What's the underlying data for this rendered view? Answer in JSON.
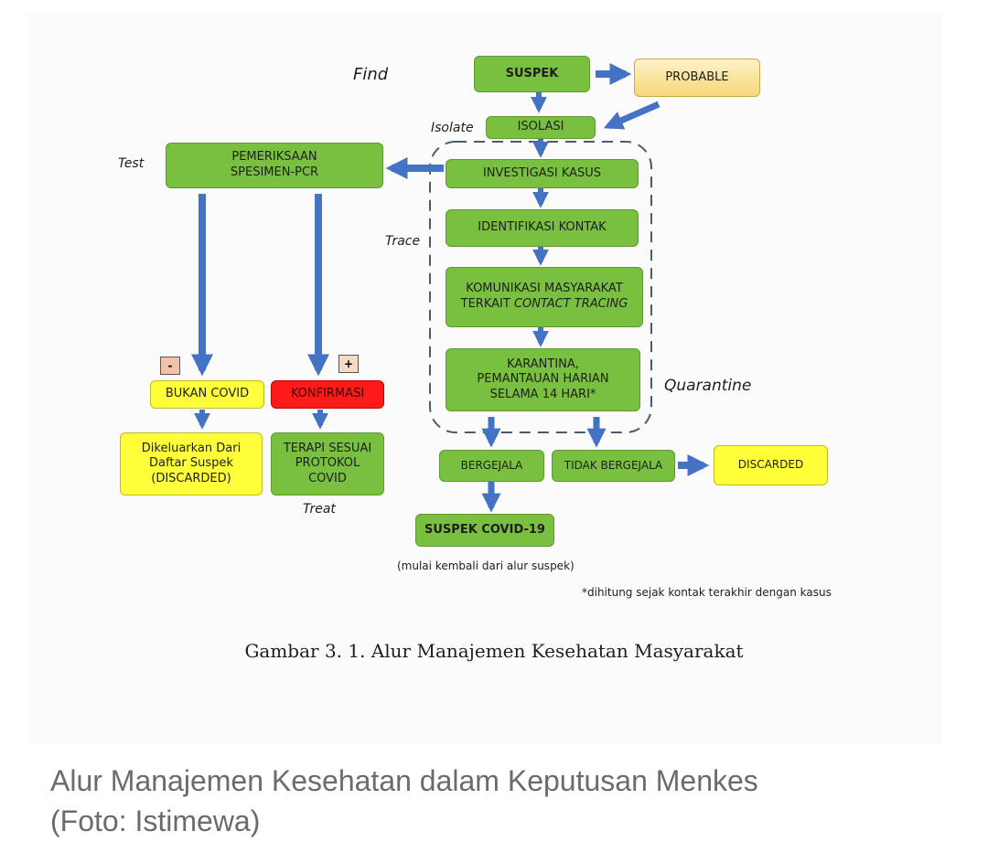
{
  "diagram": {
    "labels": {
      "find": "Find",
      "isolate": "Isolate",
      "test": "Test",
      "trace": "Trace",
      "quarantine": "Quarantine",
      "treat": "Treat"
    },
    "boxes": {
      "suspek": "SUSPEK",
      "probable": "PROBABLE",
      "isolasi": "ISOLASI",
      "pemeriksaan": [
        "PEMERIKSAAN",
        "SPESIMEN-PCR"
      ],
      "investigasi": "INVESTIGASI KASUS",
      "identifikasi": "IDENTIFIKASI KONTAK",
      "komunikasi": [
        "KOMUNIKASI MASYARAKAT",
        "TERKAIT ",
        "CONTACT TRACING"
      ],
      "karantina": [
        "KARANTINA,",
        "PEMANTAUAN HARIAN",
        "SELAMA 14 HARI*"
      ],
      "bukan_covid": "BUKAN COVID",
      "konfirmasi": "KONFIRMASI",
      "dikeluarkan": [
        "Dikeluarkan Dari",
        "Daftar Suspek",
        "(DISCARDED)"
      ],
      "terapi": [
        "TERAPI SESUAI",
        "PROTOKOL",
        "COVID"
      ],
      "bergejala": "BERGEJALA",
      "tidak_bergejala": "TIDAK BERGEJALA",
      "discarded": "DISCARDED",
      "suspek_covid": "SUSPEK COVID-19"
    },
    "signs": {
      "negative": "-",
      "positive": "+"
    },
    "notes": {
      "restart": "(mulai kembali dari alur suspek)",
      "footnote": "*dihitung sejak kontak terakhir dengan kasus"
    },
    "colors": {
      "green": "#79c041",
      "yellow": "#ffff3a",
      "red": "#ff1a1a",
      "orange": "#f6d77a",
      "arrow": "#4472c4",
      "dashed": "#4d5a6a"
    }
  },
  "figure_title": "Gambar 3. 1. Alur Manajemen Kesehatan Masyarakat",
  "caption": {
    "line1": "Alur Manajemen Kesehatan dalam Keputusan Menkes",
    "line2": "(Foto: Istimewa)"
  }
}
